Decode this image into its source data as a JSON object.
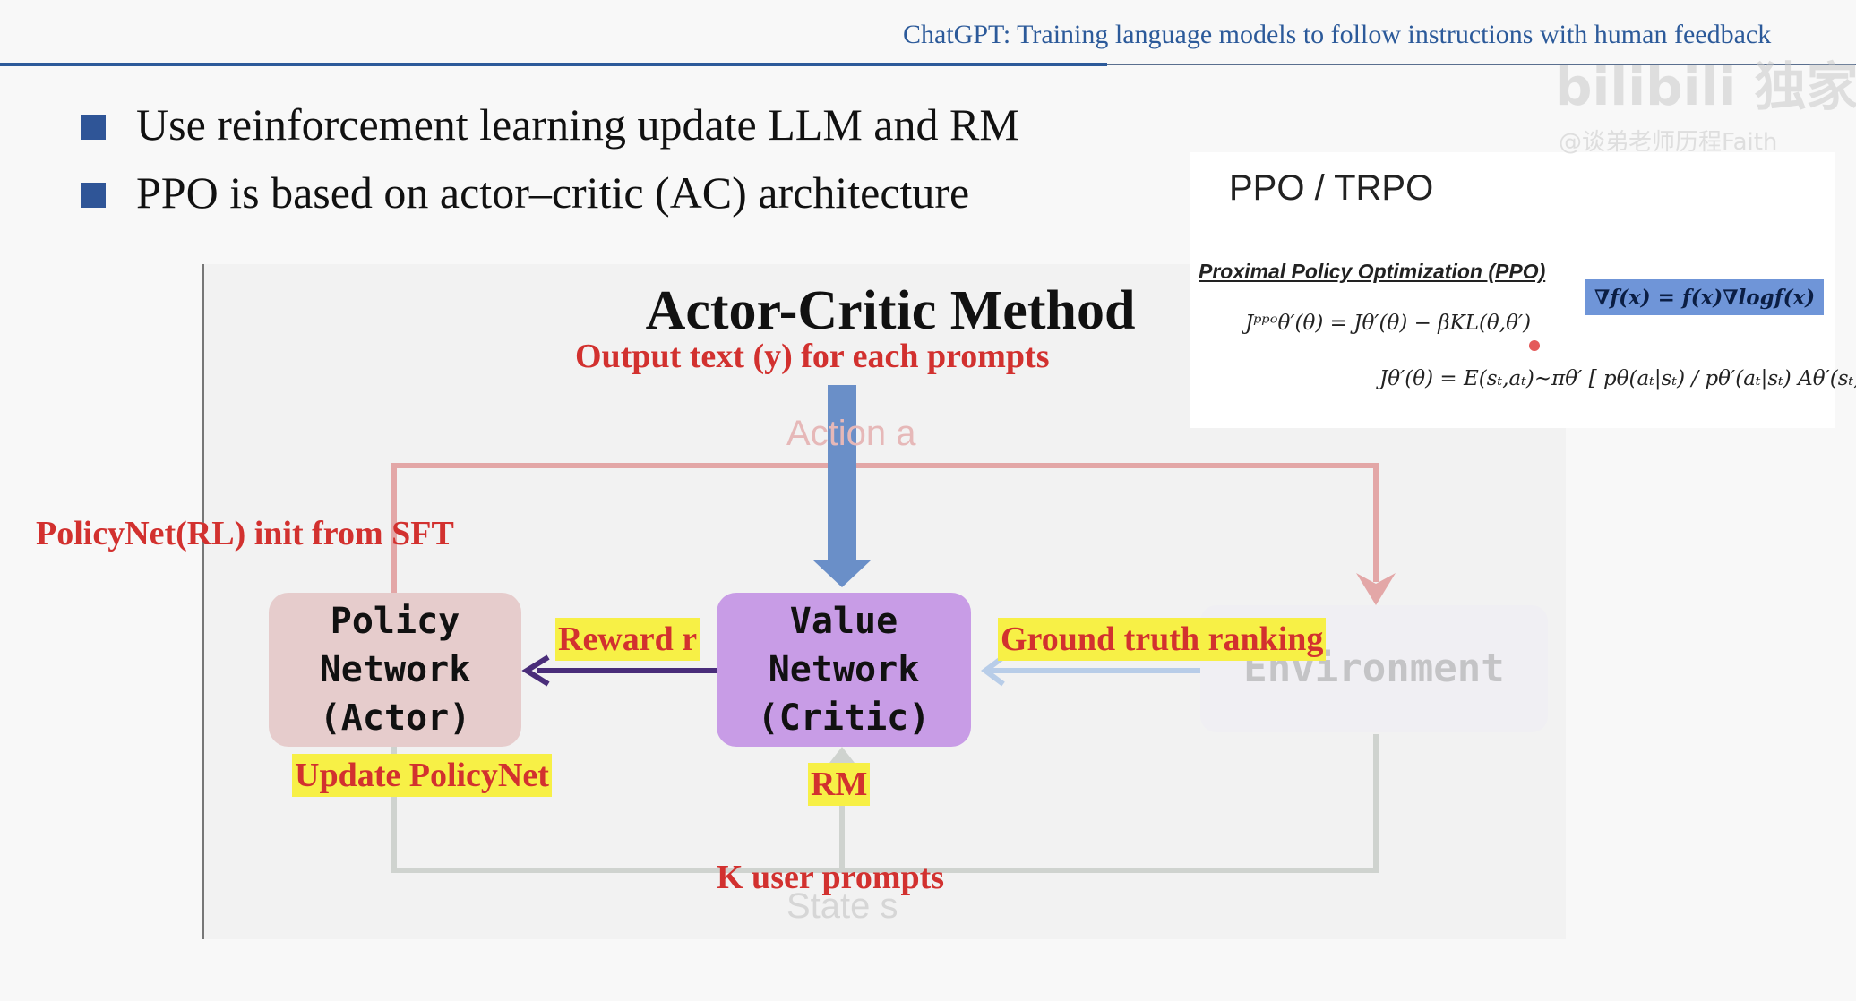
{
  "header": {
    "title": "ChatGPT: Training language models to follow instructions with human feedback"
  },
  "bullets": [
    "Use reinforcement learning update LLM and RM",
    "PPO is based on actor–critic (AC) architecture"
  ],
  "diagram": {
    "title": "Actor-Critic Method",
    "output_label": "Output text (y) for each prompts",
    "action_label": "Action a",
    "init_label": "PolicyNet(RL) init from SFT",
    "policy_node": [
      "Policy",
      "Network",
      "(Actor)"
    ],
    "value_node": [
      "Value",
      "Network",
      "(Critic)"
    ],
    "environment": "Environment",
    "reward_label": "Reward r",
    "ground_truth_label": "Ground truth ranking",
    "update_label": "Update PolicyNet",
    "rm_label": "RM",
    "prompts_label": "K user prompts",
    "state_label": "State s"
  },
  "ppo": {
    "title": "PPO / TRPO",
    "subtitle": "Proximal Policy Optimization (PPO)",
    "gradient": "∇f(x) = f(x)∇logf(x)",
    "eq1": "Jᵖᵖᵒθ′(θ) = Jθ′(θ) − βKL(θ,θ′)",
    "eq2": "Jθ′(θ) = E(sₜ,aₜ)~πθ′ [ pθ(aₜ|sₜ) / pθ′(aₜ|sₜ) Aθ′(sₜ,aₜ) ]"
  },
  "watermark": {
    "logo": "bilibili 独家",
    "handle": "@谈弟老师历程Faith"
  },
  "colors": {
    "header_blue": "#2c5a9a",
    "bullet_blue": "#2f5597",
    "label_red": "#d2312f",
    "highlight_yellow": "#f7f046",
    "policy_fill": "#e6cccc",
    "value_fill": "#c89ce6",
    "arrow_blue": "#6a8fc8",
    "reward_arrow": "#4a2d7a",
    "loop_red": "#e3a7a7",
    "loop_gray": "#cfd3cf"
  }
}
